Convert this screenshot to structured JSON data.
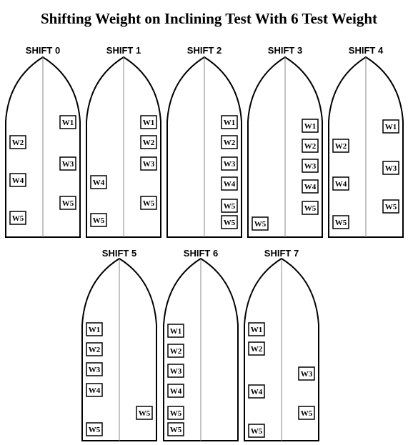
{
  "title": "Shifting Weight on Inclining Test With 6 Test Weight",
  "shifts": [
    {
      "label": "SHIFT 0",
      "weights": [
        {
          "label": "W1",
          "side": "starboard",
          "row": 1
        },
        {
          "label": "W2",
          "side": "port",
          "row": 2
        },
        {
          "label": "W3",
          "side": "starboard",
          "row": 3
        },
        {
          "label": "W4",
          "side": "port",
          "row": 4
        },
        {
          "label": "W5",
          "side": "starboard",
          "row": 5
        },
        {
          "label": "W5",
          "side": "port",
          "row": 6
        }
      ]
    },
    {
      "label": "SHIFT 1",
      "weights": [
        {
          "label": "W1",
          "side": "starboard",
          "row": 1
        },
        {
          "label": "W2",
          "side": "starboard",
          "row": 2
        },
        {
          "label": "W3",
          "side": "starboard",
          "row": 3
        },
        {
          "label": "W4",
          "side": "port",
          "row": 4
        },
        {
          "label": "W5",
          "side": "starboard",
          "row": 5
        },
        {
          "label": "W5",
          "side": "port",
          "row": 6
        }
      ]
    },
    {
      "label": "SHIFT 2",
      "weights": [
        {
          "label": "W1",
          "side": "starboard",
          "row": 1
        },
        {
          "label": "W2",
          "side": "starboard",
          "row": 2
        },
        {
          "label": "W3",
          "side": "starboard",
          "row": 3
        },
        {
          "label": "W4",
          "side": "starboard",
          "row": 4
        },
        {
          "label": "W5",
          "side": "starboard",
          "row": 5
        },
        {
          "label": "W5",
          "side": "starboard",
          "row": 6
        }
      ]
    },
    {
      "label": "SHIFT 3",
      "weights": [
        {
          "label": "W1",
          "side": "starboard",
          "row": 1
        },
        {
          "label": "W2",
          "side": "starboard",
          "row": 2
        },
        {
          "label": "W3",
          "side": "starboard",
          "row": 3
        },
        {
          "label": "W4",
          "side": "starboard",
          "row": 4
        },
        {
          "label": "W5",
          "side": "starboard",
          "row": 5
        },
        {
          "label": "W5",
          "side": "port",
          "row": 6
        }
      ]
    },
    {
      "label": "SHIFT 4",
      "weights": [
        {
          "label": "W1",
          "side": "starboard",
          "row": 1
        },
        {
          "label": "W2",
          "side": "port",
          "row": 2
        },
        {
          "label": "W3",
          "side": "starboard",
          "row": 3
        },
        {
          "label": "W4",
          "side": "port",
          "row": 4
        },
        {
          "label": "W5",
          "side": "starboard",
          "row": 5
        },
        {
          "label": "W5",
          "side": "port",
          "row": 6
        }
      ]
    },
    {
      "label": "SHIFT 5",
      "weights": [
        {
          "label": "W1",
          "side": "port",
          "row": 1
        },
        {
          "label": "W2",
          "side": "port",
          "row": 2
        },
        {
          "label": "W3",
          "side": "port",
          "row": 3
        },
        {
          "label": "W4",
          "side": "port",
          "row": 4
        },
        {
          "label": "W5",
          "side": "starboard",
          "row": 5
        },
        {
          "label": "W5",
          "side": "port",
          "row": 6
        }
      ]
    },
    {
      "label": "SHIFT 6",
      "weights": [
        {
          "label": "W1",
          "side": "port",
          "row": 1
        },
        {
          "label": "W2",
          "side": "port",
          "row": 2
        },
        {
          "label": "W3",
          "side": "port",
          "row": 3
        },
        {
          "label": "W4",
          "side": "port",
          "row": 4
        },
        {
          "label": "W5",
          "side": "port",
          "row": 5
        },
        {
          "label": "W5",
          "side": "port",
          "row": 6
        }
      ]
    },
    {
      "label": "SHIFT 7",
      "weights": [
        {
          "label": "W1",
          "side": "port",
          "row": 1
        },
        {
          "label": "W2",
          "side": "port",
          "row": 2
        },
        {
          "label": "W3",
          "side": "starboard",
          "row": 3
        },
        {
          "label": "W4",
          "side": "port",
          "row": 4
        },
        {
          "label": "W5",
          "side": "starboard",
          "row": 5
        },
        {
          "label": "W5",
          "side": "port",
          "row": 6
        }
      ]
    }
  ]
}
